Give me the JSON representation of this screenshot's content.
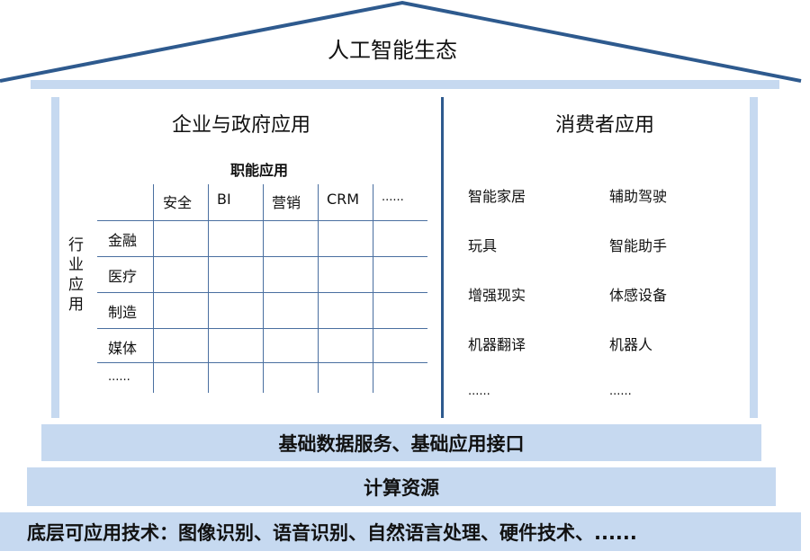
{
  "roof_title": "人工智能生态",
  "enterprise": {
    "title": "企业与政府应用",
    "functional_label": "职能应用",
    "industry_label": "行业应用",
    "columns": [
      "安全",
      "BI",
      "营销",
      "CRM",
      "......"
    ],
    "rows": [
      "金融",
      "医疗",
      "制造",
      "媒体",
      "......"
    ]
  },
  "consumer": {
    "title": "消费者应用",
    "items": [
      [
        "智能家居",
        "辅助驾驶"
      ],
      [
        "玩具",
        "智能助手"
      ],
      [
        "增强现实",
        "体感设备"
      ],
      [
        "机器翻译",
        "机器人"
      ],
      [
        "......",
        "......"
      ]
    ]
  },
  "layers": [
    "基础数据服务、基础应用接口",
    "计算资源",
    "底层可应用技术：图像识别、语音识别、自然语言处理、硬件技术、......"
  ],
  "colors": {
    "roof": "#2e5a8e",
    "light": "#c6d9f0"
  }
}
